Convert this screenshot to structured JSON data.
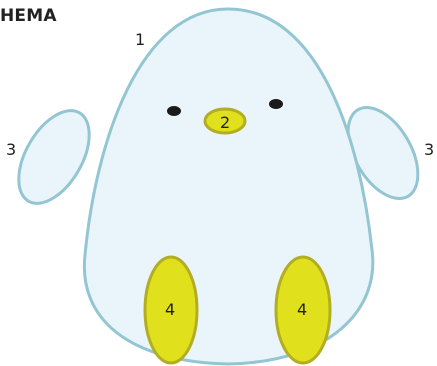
{
  "title": "HEMA",
  "labels": {
    "body": "1",
    "beak": "2",
    "wing_left": "3",
    "wing_right": "3",
    "foot_left": "4",
    "foot_right": "4"
  },
  "colors": {
    "outline": "#93c6d2",
    "body_fill": "#e9f5fa",
    "yellow_fill": "#e1e01c",
    "yellow_stroke": "#b2ad22",
    "eye": "#1a1a1a",
    "text": "#222222"
  }
}
